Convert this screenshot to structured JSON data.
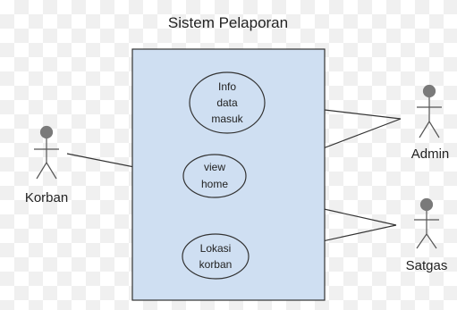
{
  "system": {
    "title": "Sistem Pelaporan"
  },
  "colors": {
    "system_fill": "#cfdff2",
    "system_stroke": "#333333",
    "usecase_fill": "#cfdff2",
    "actor_head": "#7a7a7a",
    "line": "#333333"
  },
  "use_cases": [
    {
      "id": "info",
      "lines": [
        "Info",
        "data",
        "masuk"
      ]
    },
    {
      "id": "view",
      "lines": [
        "view",
        "home"
      ]
    },
    {
      "id": "lokasi",
      "lines": [
        "Lokasi",
        "korban"
      ]
    }
  ],
  "actors": [
    {
      "id": "korban",
      "label": "Korban"
    },
    {
      "id": "admin",
      "label": "Admin"
    },
    {
      "id": "satgas",
      "label": "Satgas"
    }
  ],
  "associations": [
    {
      "from": "korban",
      "to": "view"
    },
    {
      "from": "admin",
      "to": "info"
    },
    {
      "from": "admin",
      "to": "view"
    },
    {
      "from": "satgas",
      "to": "view"
    },
    {
      "from": "satgas",
      "to": "lokasi"
    }
  ]
}
